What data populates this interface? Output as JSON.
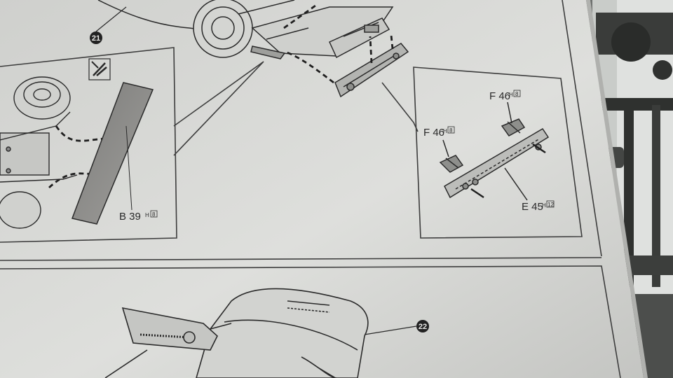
{
  "steps": {
    "step_21": "21",
    "step_22": "22"
  },
  "parts": {
    "b39": {
      "code": "B 39",
      "sprue": "8"
    },
    "f46_left": {
      "code": "F 46",
      "sprue": "8"
    },
    "f46_right": {
      "code": "F 46",
      "sprue": "8"
    },
    "e45": {
      "code": "E 45",
      "sprue": "12"
    }
  },
  "colors": {
    "paper": "#d9dad7",
    "paper_shadow": "#b9bab7",
    "ink": "#2a2a2a",
    "part_fill": "#8d8d8b",
    "background_sprue": "#3a3c3a"
  }
}
